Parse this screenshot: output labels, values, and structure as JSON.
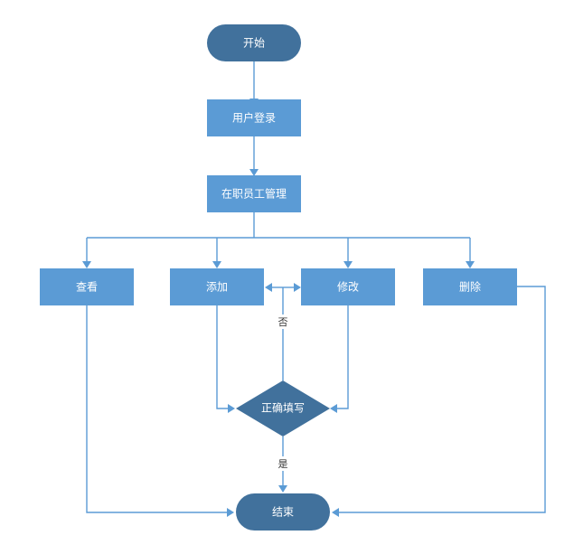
{
  "nodes": {
    "start": "开始",
    "login": "用户登录",
    "manage": "在职员工管理",
    "view": "查看",
    "add": "添加",
    "modify": "修改",
    "delete": "删除",
    "decision": "正确填写",
    "end": "结束"
  },
  "edges": {
    "no_label": "否",
    "yes_label": "是"
  },
  "colors": {
    "process": "#5b9bd5",
    "terminal": "#41719c",
    "decision": "#41719c",
    "line": "#5b9bd5"
  }
}
